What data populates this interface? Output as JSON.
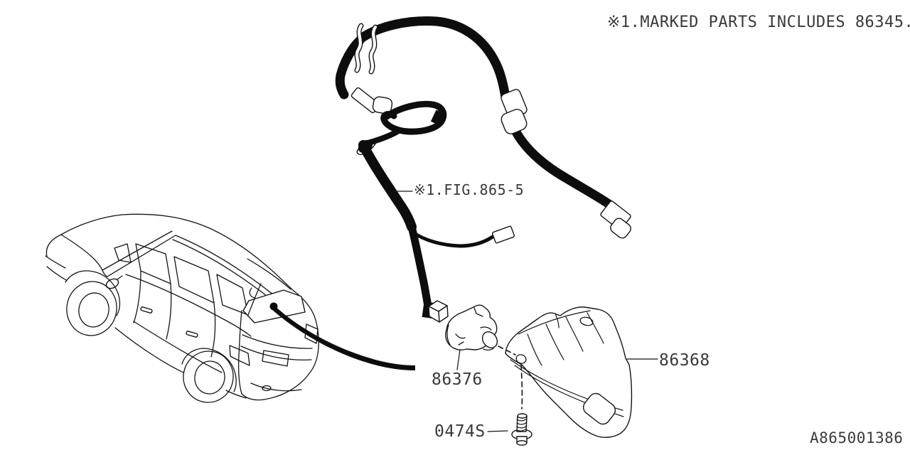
{
  "note": {
    "text": "※1.MARKED PARTS INCLUDES 86345."
  },
  "figure_reference": {
    "text": "※1.FIG.865-5"
  },
  "parts": [
    {
      "id": "rear-view-camera",
      "number": "86376"
    },
    {
      "id": "camera-bracket",
      "number": "86368"
    },
    {
      "id": "tapping-screw",
      "number": "0474S"
    }
  ],
  "drawing_number": "A865001386",
  "colors": {
    "background": "#ffffff",
    "line": "#141414",
    "text": "#3a3a3a"
  }
}
